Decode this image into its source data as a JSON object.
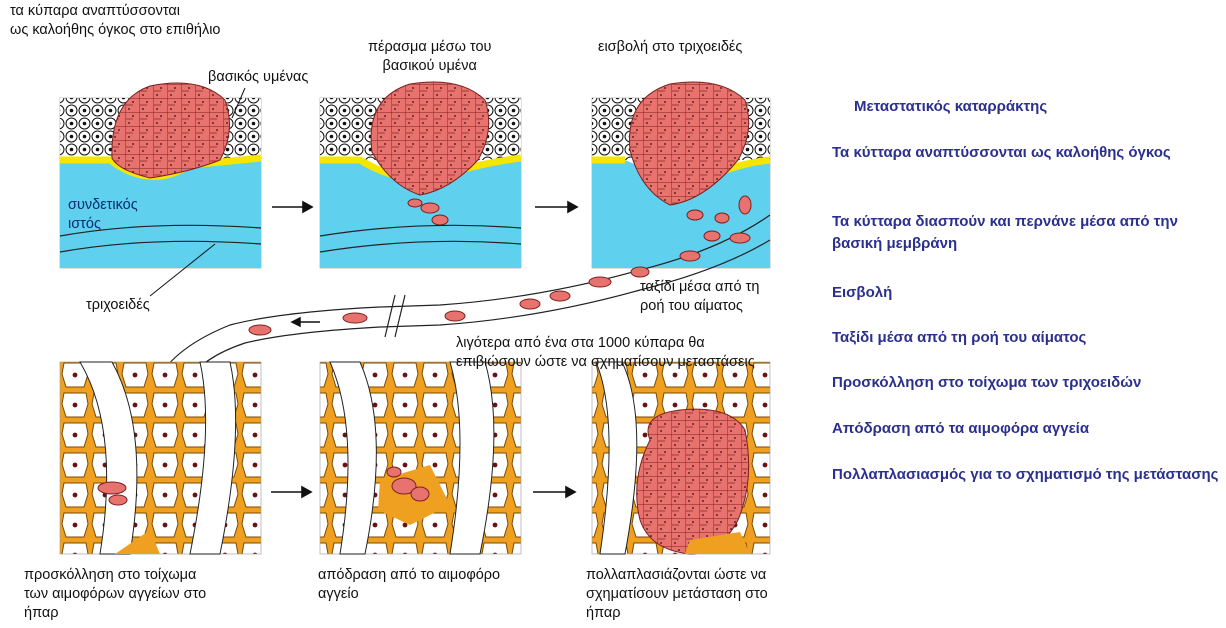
{
  "labels": {
    "benign_tumor": "τα κύπαρα αναπτύσσονται\nως καλοήθης όγκος στο επιθήλιο",
    "basement_membrane": "βασικός υμένας",
    "connective_tissue": "συνδετικός\nιστός",
    "capillary": "τριχοειδές",
    "passage": "πέρασμα μέσω του\nβασικού υμένα",
    "invasion": "εισβολή στο τριχοειδές",
    "blood_travel": "ταξίδι μέσα από τη\nροή του αίματος",
    "survival": "λιγότερα από ένα στα 1000 κύπαρα θα\nεπιβιώσουν ώστε να σχηματίσουν μεταστάσεις",
    "adhesion": "προσκόλληση στο τοίχωμα\nτων αιμοφόρων αγγείων στο\nήπαρ",
    "escape": "απόδραση από το αιμοφόρο\nαγγείο",
    "multiply": "πολλαπλασιάζονται ώστε να\nσχηματίσουν μετάσταση στο\nήπαρ"
  },
  "sidebar": {
    "title": "Μεταστατικός καταρράκτης",
    "items": [
      "Τα κύτταρα αναπτύσσονται ως καλοήθης όγκος",
      "Τα κύτταρα διασπούν και περνάνε μέσα από την βασική μεμβράνη",
      "Εισβολή",
      "Ταξίδι μέσα από τη ροή του αίματος",
      "Προσκόλληση στο τοίχωμα των τριχοειδών",
      "Απόδραση από τα αιμοφόρα αγγεία",
      "Πολλαπλασιασμός για το σχηματισμό της μετάστασης"
    ]
  },
  "colors": {
    "tumor": "#e8736e",
    "tumor_edge": "#7a2020",
    "connective": "#5fd0ee",
    "membrane": "#f5e600",
    "liver_matrix": "#f0a020",
    "sidebar_text": "#2b2f8e"
  }
}
